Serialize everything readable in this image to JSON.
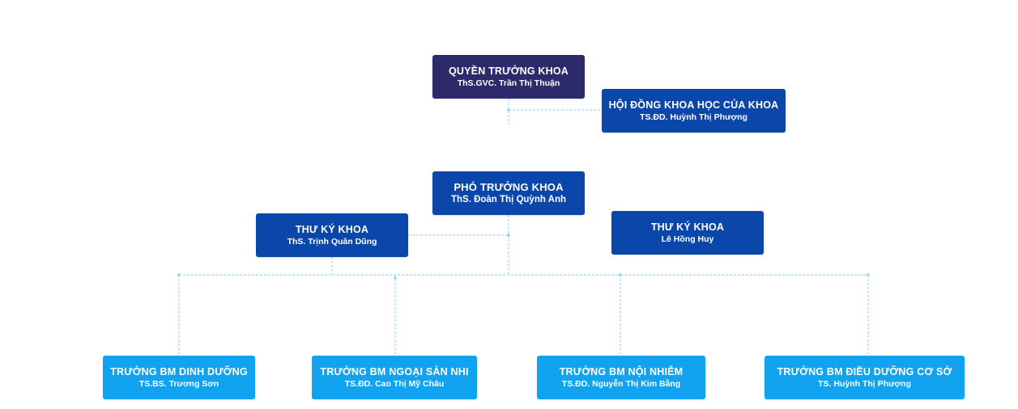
{
  "colors": {
    "head": "#2c2a6b",
    "mid": "#0b47ab",
    "dept": "#12a3f0",
    "connector": "#8fd0f5"
  },
  "nodes": {
    "dean": {
      "role": "QUYỀN TRƯỞNG KHOA",
      "person": "ThS.GVC. Trần Thị Thuận"
    },
    "council": {
      "role": "HỘI ĐỒNG KHOA HỌC CỦA KHOA",
      "person": "TS.ĐD. Huỳnh Thị Phượng"
    },
    "vice_dean": {
      "role": "PHÓ TRƯỞNG KHOA",
      "person": "ThS. Đoàn Thị Quỳnh Anh"
    },
    "secretary_1": {
      "role": "THƯ KÝ KHOA",
      "person": "ThS. Trịnh Quân Dũng"
    },
    "secretary_2": {
      "role": "THƯ KÝ KHOA",
      "person": "Lê Hồng Huy"
    },
    "departments": [
      {
        "role": "TRƯỞNG BM DINH DƯỠNG",
        "person": "TS.BS. Trương Sơn"
      },
      {
        "role": "TRƯỞNG BM NGOẠI SẢN NHI",
        "person": "TS.ĐD. Cao Thị Mỹ Châu"
      },
      {
        "role": "TRƯỞNG BM NỘI NHIỄM",
        "person": "TS.ĐD. Nguyễn Thị Kim Bằng"
      },
      {
        "role": "TRƯỞNG BM ĐIỀU DƯỠNG CƠ SỞ",
        "person": "TS. Huỳnh Thị Phượng"
      }
    ]
  }
}
